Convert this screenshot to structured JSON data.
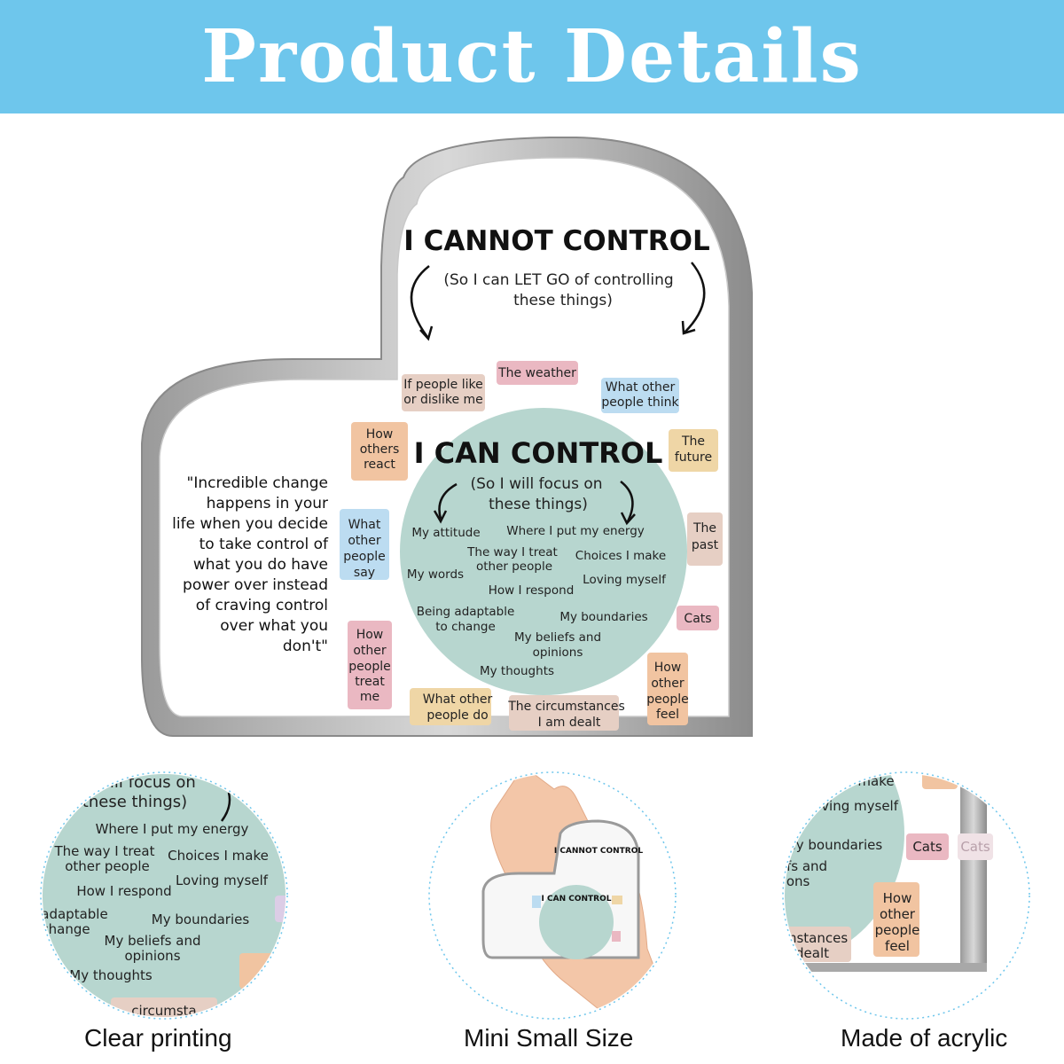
{
  "banner": {
    "title": "Product Details",
    "color": "#6ec6ec"
  },
  "plaque": {
    "cannot_title": "I CANNOT CONTROL",
    "cannot_sub1": "(So I can LET GO of controlling",
    "cannot_sub2": "these things)",
    "can_title": "I CAN CONTROL",
    "can_sub1": "(So I will focus on",
    "can_sub2": "these things)",
    "quote": [
      "\"Incredible change",
      "happens in your",
      "life when you decide",
      "to take control of",
      "what you do have",
      "power over instead",
      "of craving control",
      "over what you",
      "don't\""
    ],
    "can_items": {
      "my_attitude": "My attitude",
      "where_energy": "Where I put my energy",
      "treat1": "The way I treat",
      "treat2": "other people",
      "choices": "Choices I make",
      "my_words": "My words",
      "loving": "Loving myself",
      "respond": "How I respond",
      "adapt1": "Being adaptable",
      "adapt2": "to change",
      "boundaries": "My boundaries",
      "beliefs1": "My beliefs and",
      "beliefs2": "opinions",
      "thoughts": "My thoughts"
    },
    "cannot_items": {
      "weather": "The weather",
      "like1": "If people like",
      "like2": "or dislike me",
      "think1": "What other",
      "think2": "people think",
      "react1": "How",
      "react2": "others",
      "react3": "react",
      "future1": "The",
      "future2": "future",
      "say1": "What",
      "say2": "other",
      "say3": "people",
      "say4": "say",
      "past1": "The",
      "past2": "past",
      "cats": "Cats",
      "treat1": "How",
      "treat2": "other",
      "treat3": "people",
      "treat4": "treat",
      "treat5": "me",
      "feel1": "How",
      "feel2": "other",
      "feel3": "people",
      "feel4": "feel",
      "do1": "What other",
      "do2": "people do",
      "circ1": "The circumstances",
      "circ2": "I am dealt"
    }
  },
  "zoom_left": {
    "l1": "will focus on",
    "l2": "these things)",
    "energy": "Where I put my energy",
    "treat1": "The way I treat",
    "treat2": "other people",
    "choices": "Choices I make",
    "respond": "How I respond",
    "loving": "Loving myself",
    "adapt1": "adaptable",
    "adapt2": "change",
    "boundaries": "My boundaries",
    "beliefs1": "My beliefs and",
    "beliefs2": "opinions",
    "thoughts": "My thoughts",
    "circ": "circumsta"
  },
  "zoom_mid": {
    "title": "I CAN CONTROL",
    "cannot": "I CANNOT CONTROL"
  },
  "zoom_right": {
    "make": "make",
    "loving": "oving myself",
    "boundaries": "My boundaries",
    "beliefs1": "fs and",
    "beliefs2": "ions",
    "cats": "Cats",
    "cats2": "Cats",
    "feel1": "How",
    "feel2": "other",
    "feel3": "people",
    "feel4": "feel",
    "circ1": "mstances",
    "circ2": "dealt"
  },
  "captions": {
    "left": "Clear printing",
    "mid": "Mini Small Size",
    "right": "Made of acrylic"
  },
  "colors": {
    "teal": "#b7d6cf",
    "pink": "#eab8c2",
    "orange": "#f1c4a1",
    "blue": "#bcdcf1",
    "tan": "#efd6a6",
    "beige": "#e6cfc4",
    "lilac": "#dccde6"
  }
}
